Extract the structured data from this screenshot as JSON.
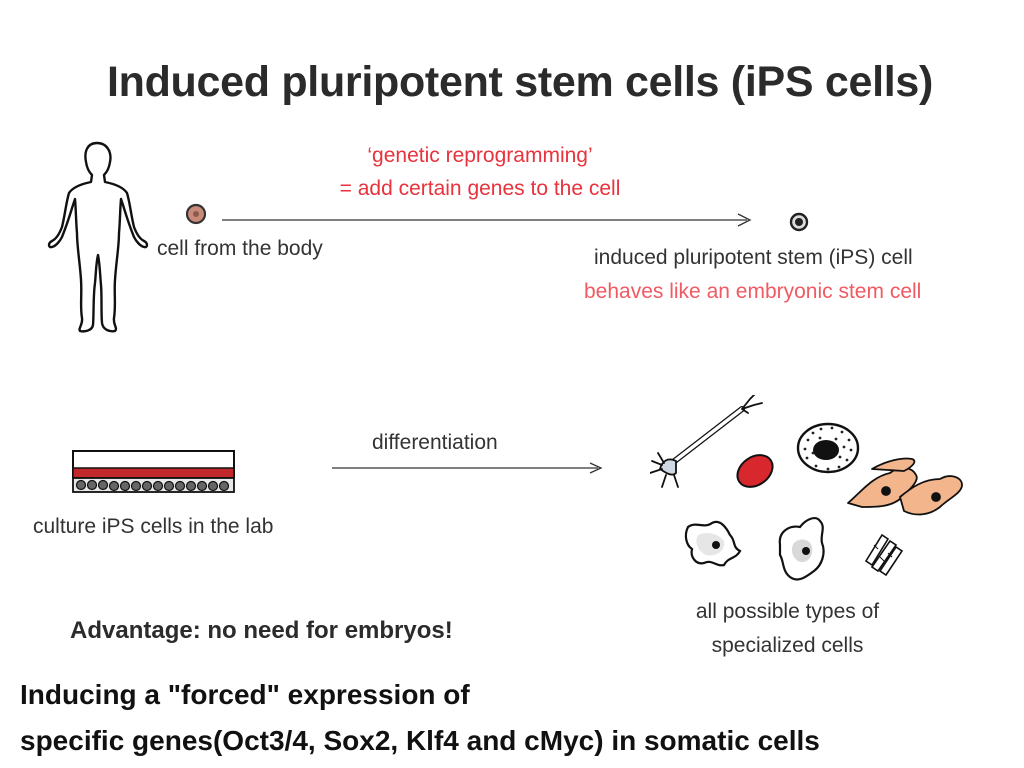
{
  "title": "Induced pluripotent stem cells (iPS cells)",
  "reprogramming": {
    "line1": "‘genetic reprogramming’",
    "line2": "= add certain genes to the cell"
  },
  "body_cell_label": "cell from the body",
  "ips": {
    "label": "induced pluripotent stem (iPS) cell",
    "behaves": "behaves like an embryonic stem cell"
  },
  "differentiation_label": "differentiation",
  "culture_label": "culture iPS cells in the lab",
  "advantage": "Advantage: no need for embryos!",
  "specialized": {
    "line1": "all possible types of",
    "line2": "specialized cells"
  },
  "bottom": {
    "line1": "Inducing a \"forced\" expression of",
    "line2": "specific genes(Oct3/4, Sox2, Klf4 and cMyc) in somatic cells"
  },
  "colors": {
    "red_text": "#e8323c",
    "pink_text": "#f05a62",
    "body_cell_fill": "#c98a7a",
    "red_blood_cell": "#d9272e",
    "fibroblast": "#f2b58c"
  }
}
